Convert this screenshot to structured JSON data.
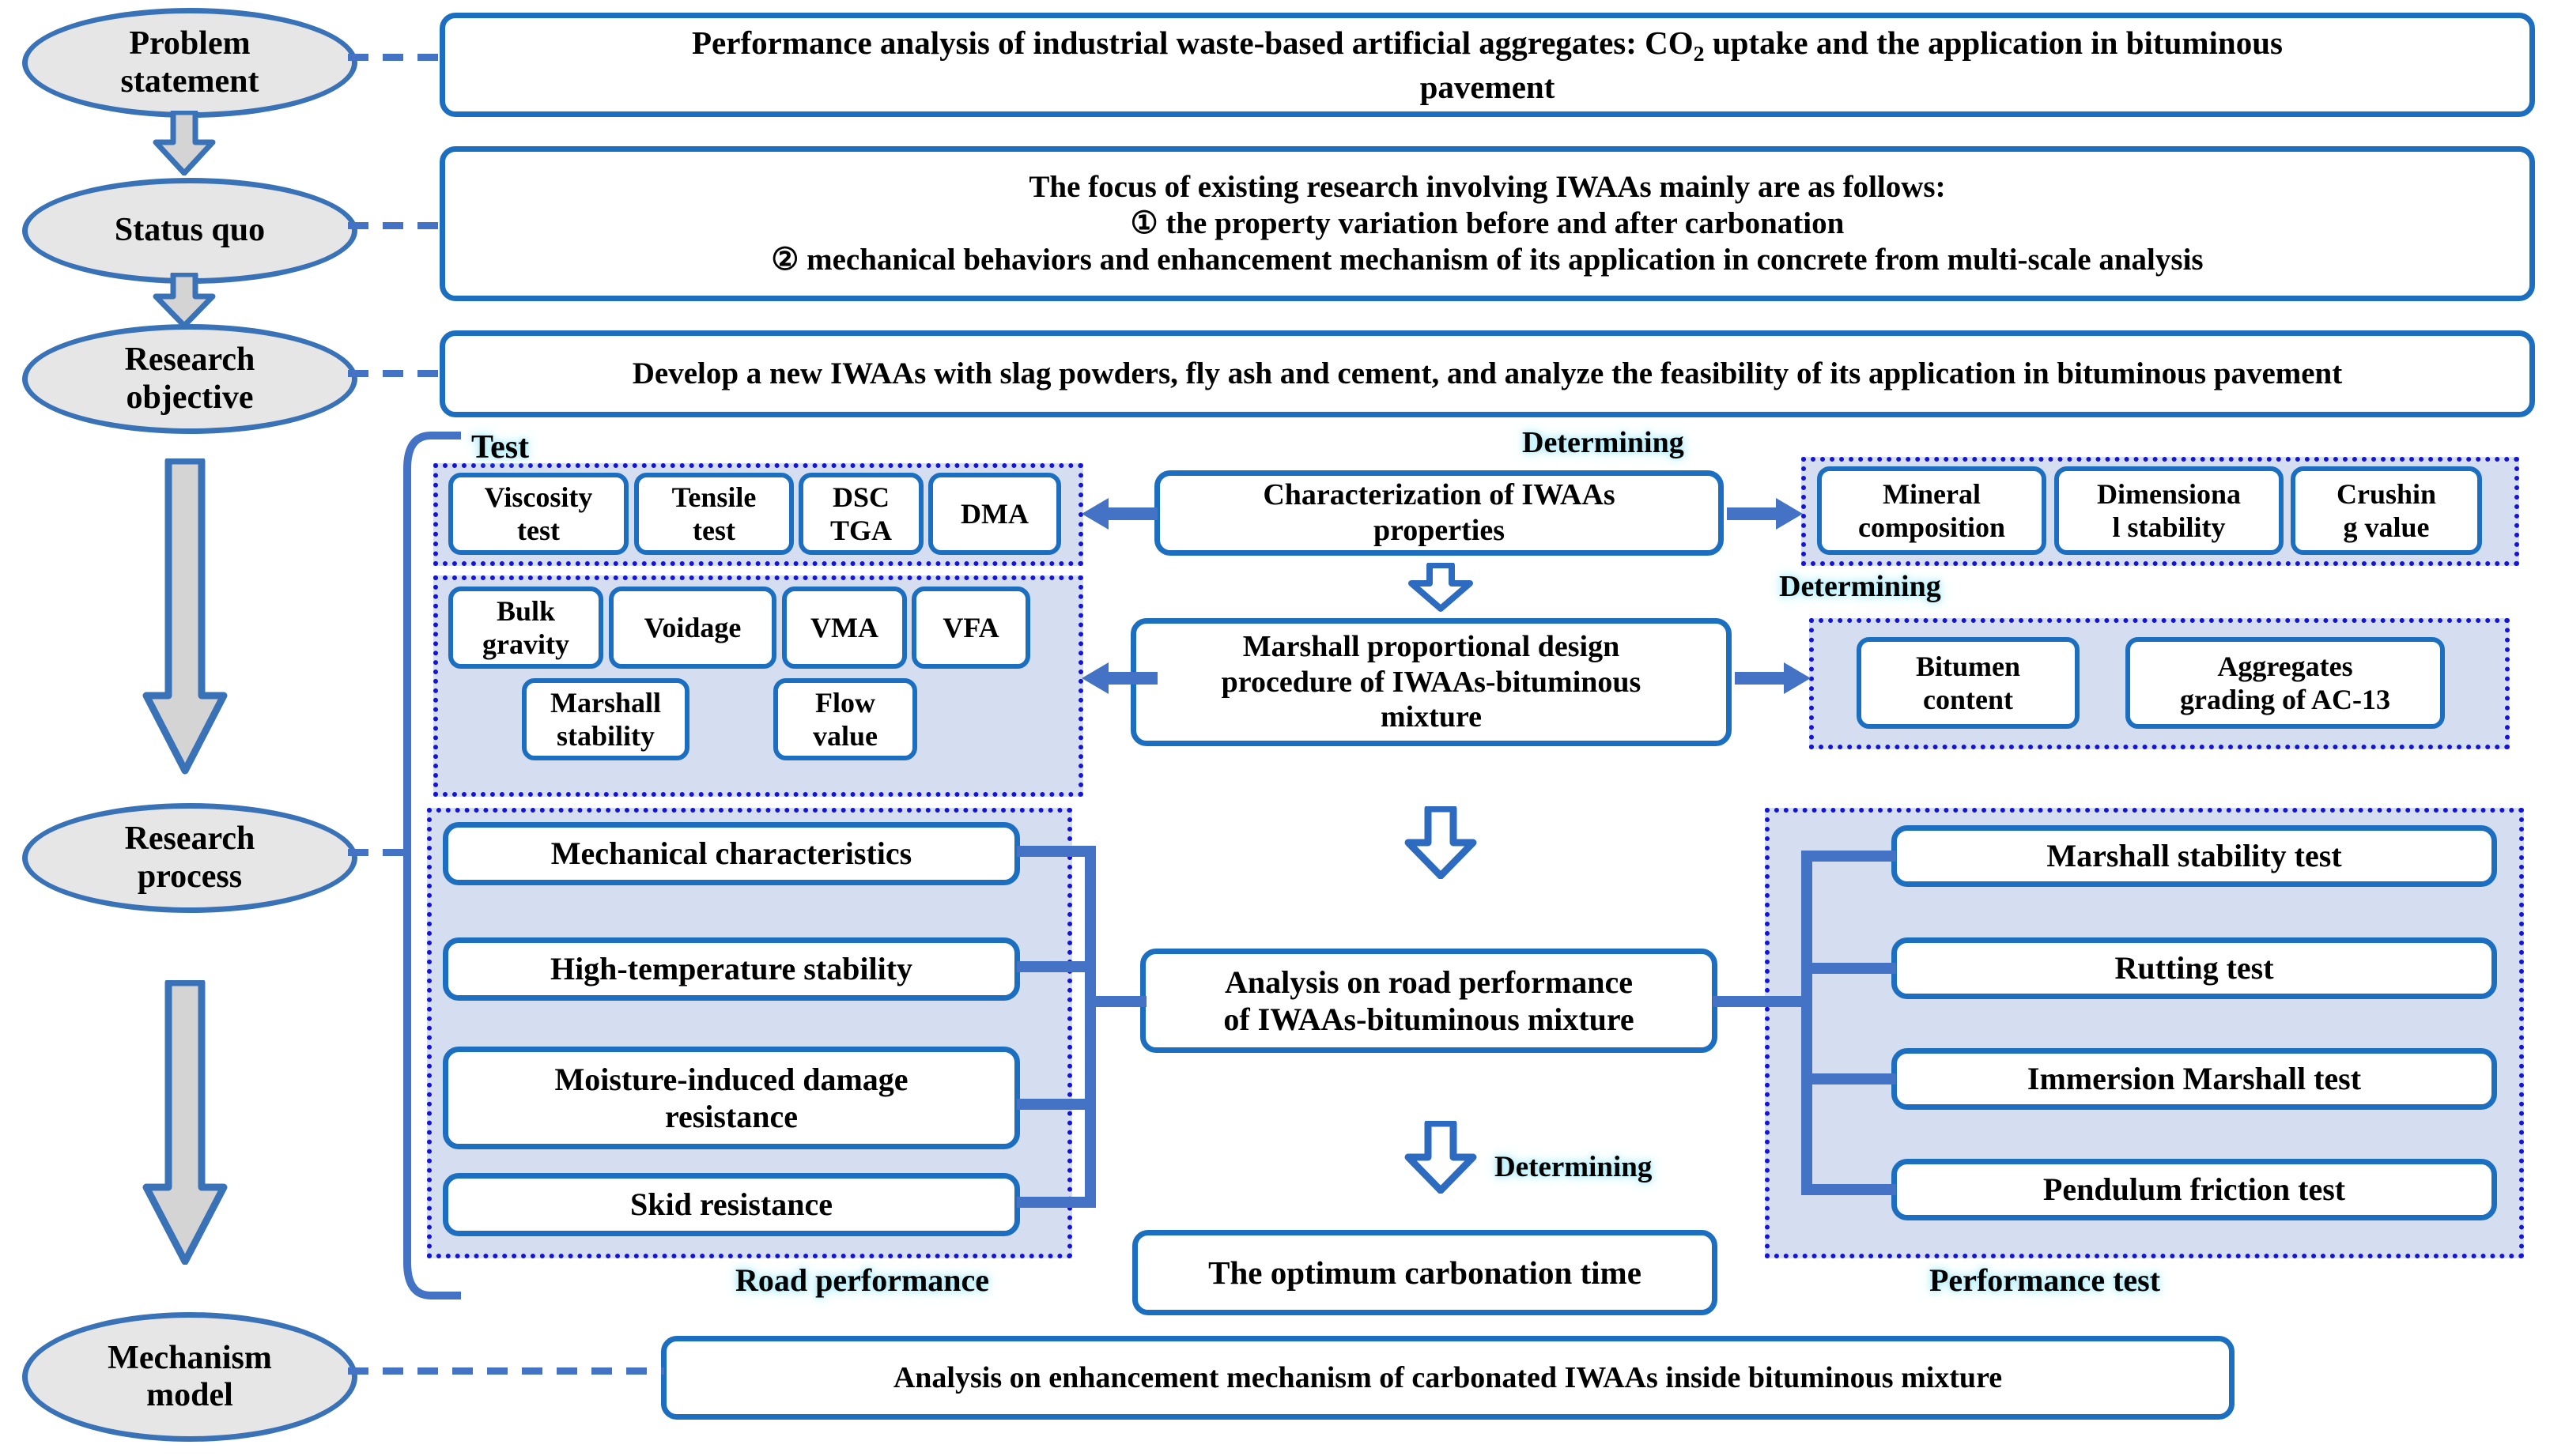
{
  "colors": {
    "box_border": "#1C6FC0",
    "ellipse_fill": "#E6E6E6",
    "ellipse_border": "#3A72B8",
    "panel_fill": "#D4DEF0",
    "panel_border": "#1414D2",
    "connector": "#4472C4",
    "label_glow": "#9EE8F5"
  },
  "stages": [
    {
      "id": "problem-statement",
      "label_line1": "Problem",
      "label_line2": "statement"
    },
    {
      "id": "status-quo",
      "label_line1": "Status quo",
      "label_line2": ""
    },
    {
      "id": "research-objective",
      "label_line1": "Research",
      "label_line2": "objective"
    },
    {
      "id": "research-process",
      "label_line1": "Research",
      "label_line2": "process"
    },
    {
      "id": "mechanism-model",
      "label_line1": "Mechanism",
      "label_line2": "model"
    }
  ],
  "banners": {
    "problem_statement": {
      "line1_a": "Performance analysis of industrial waste-based artificial aggregates: CO",
      "line1_sub": "2",
      "line1_b": " uptake and the application in bituminous",
      "line2": "pavement"
    },
    "status_quo": {
      "line1": "The focus of existing research involving IWAAs mainly are as follows:",
      "line2": "① the property variation before and after carbonation",
      "line3": "② mechanical behaviors and enhancement mechanism of its application in concrete from multi-scale analysis"
    },
    "research_objective": {
      "line1": "Develop a new IWAAs with slag powders, fly ash and cement, and analyze the feasibility of its application in bituminous pavement"
    },
    "mechanism_model": {
      "line1": "Analysis on enhancement mechanism of carbonated IWAAs inside bituminous mixture"
    }
  },
  "group_labels": {
    "test": "Test",
    "road_performance": "Road performance",
    "performance_test": "Performance test",
    "determining_1": "Determining",
    "determining_2": "Determining",
    "determining_3": "Determining"
  },
  "test_panel": {
    "row1": [
      {
        "line1": "Viscosity",
        "line2": "test"
      },
      {
        "line1": "Tensile",
        "line2": "test"
      },
      {
        "line1": "DSC",
        "line2": "TGA"
      },
      {
        "line1": "DMA",
        "line2": ""
      }
    ],
    "row2": [
      {
        "line1": "Bulk",
        "line2": "gravity"
      },
      {
        "line1": "Voidage",
        "line2": ""
      },
      {
        "line1": "VMA",
        "line2": ""
      },
      {
        "line1": "VFA",
        "line2": ""
      }
    ],
    "row3": [
      {
        "line1": "Marshall",
        "line2": "stability"
      },
      {
        "line1": "Flow",
        "line2": "value"
      }
    ]
  },
  "center_column": {
    "characterization": {
      "line1": "Characterization of IWAAs",
      "line2": "properties"
    },
    "marshall_design": {
      "line1": "Marshall proportional design",
      "line2": "procedure of IWAAs-bituminous",
      "line3": "mixture"
    },
    "road_analysis": {
      "line1": "Analysis on road performance",
      "line2": "of IWAAs-bituminous mixture"
    },
    "optimum": {
      "line1": "The optimum carbonation time"
    }
  },
  "determining_panel_1": [
    {
      "line1": "Mineral",
      "line2": "composition"
    },
    {
      "line1": "Dimensiona",
      "line2": "l stability"
    },
    {
      "line1": "Crushin",
      "line2": "g value"
    }
  ],
  "determining_panel_2": [
    {
      "line1": "Bitumen",
      "line2": "content"
    },
    {
      "line1": "Aggregates",
      "line2": "grading of AC-13"
    }
  ],
  "road_performance_panel": [
    {
      "line1": "Mechanical characteristics",
      "line2": ""
    },
    {
      "line1": "High-temperature stability",
      "line2": ""
    },
    {
      "line1": "Moisture-induced damage",
      "line2": "resistance"
    },
    {
      "line1": "Skid resistance",
      "line2": ""
    }
  ],
  "performance_test_panel": [
    {
      "line1": "Marshall stability test"
    },
    {
      "line1": "Rutting test"
    },
    {
      "line1": "Immersion Marshall test"
    },
    {
      "line1": "Pendulum friction test"
    }
  ]
}
